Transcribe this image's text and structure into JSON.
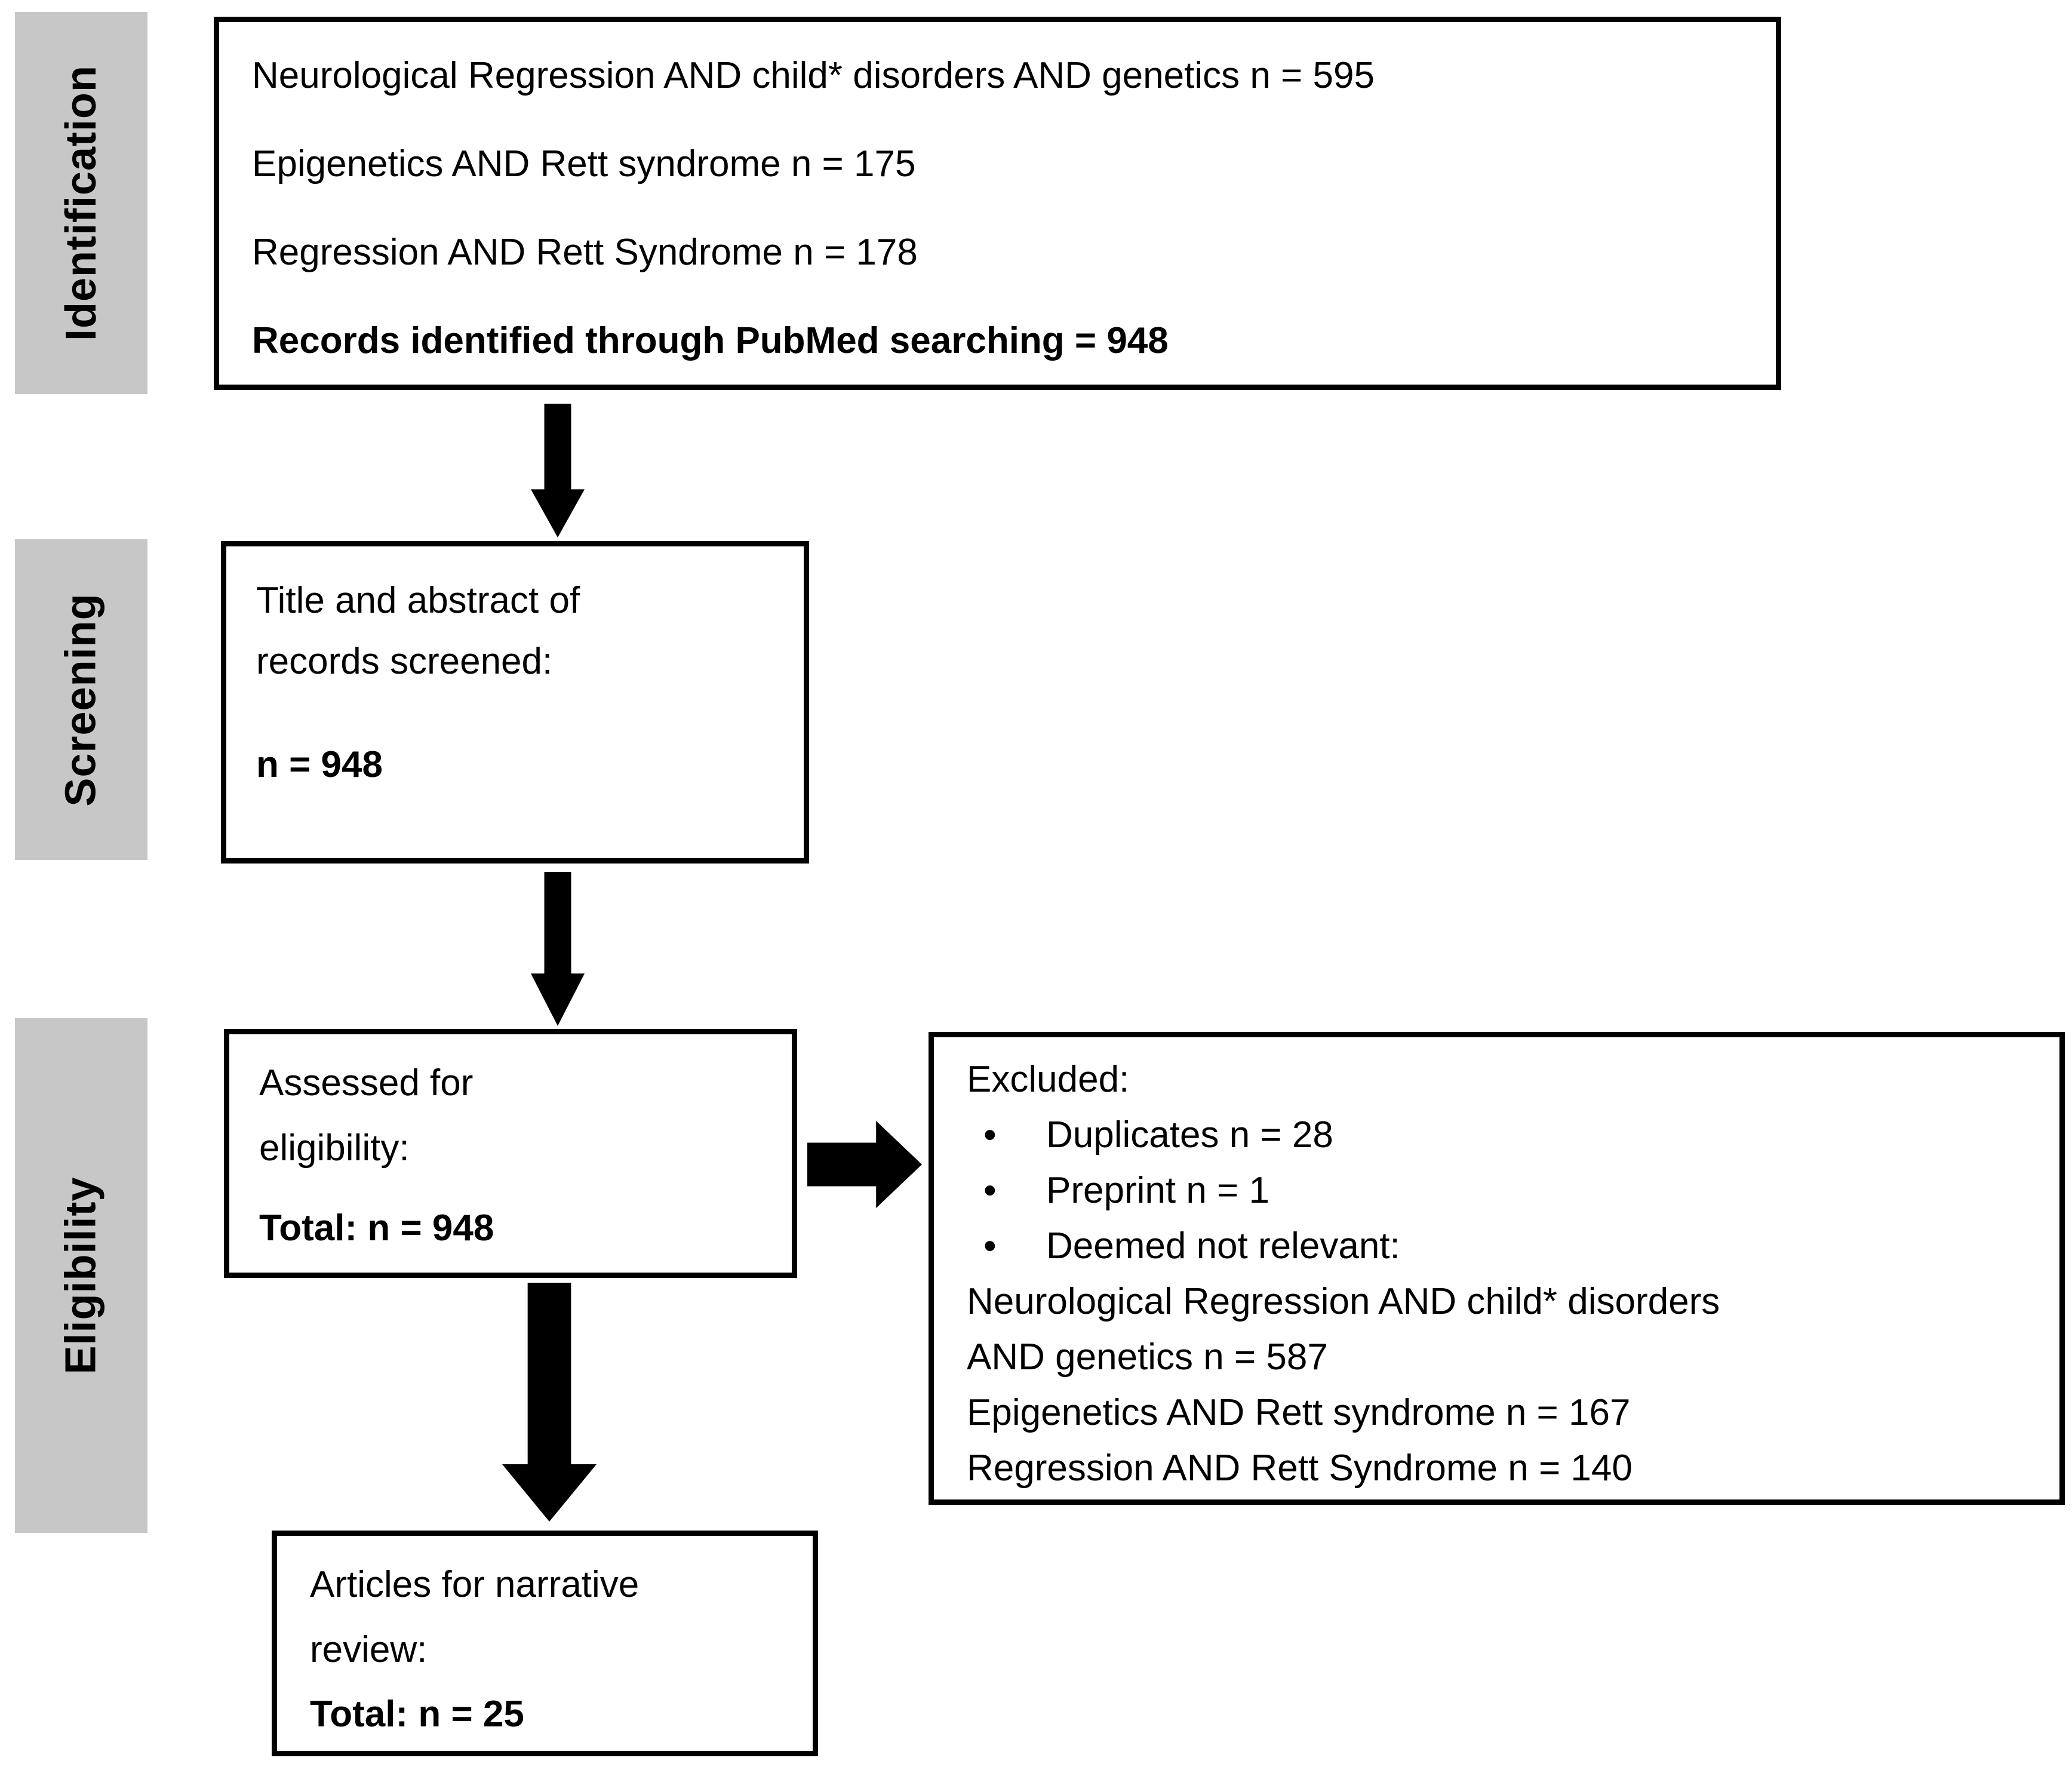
{
  "colors": {
    "stage_label_bg": "#c7c7c7",
    "box_border": "#000000",
    "text": "#000000",
    "arrow": "#000000",
    "background": "#ffffff"
  },
  "stage_labels": {
    "identification": "Identification",
    "screening": "Screening",
    "eligibility": "Eligibility"
  },
  "identification_box": {
    "lines": [
      "Neurological Regression AND child* disorders AND genetics n = 595",
      "Epigenetics AND Rett syndrome n = 175",
      "Regression AND Rett Syndrome n = 178",
      "Records identified through PubMed searching = 948"
    ]
  },
  "screening_box": {
    "lines": [
      "Title and abstract of",
      "records screened:",
      "n = 948"
    ]
  },
  "eligibility_box": {
    "lines": [
      "Assessed for",
      "eligibility:",
      "Total: n = 948"
    ]
  },
  "excluded_box": {
    "header": "Excluded:",
    "bullet_glyph": "•",
    "bullets": [
      "Duplicates n = 28",
      "Preprint n = 1",
      "Deemed not relevant:"
    ],
    "detail_lines": [
      "Neurological Regression AND child* disorders",
      "AND genetics n = 587",
      "Epigenetics AND Rett syndrome n = 167",
      "Regression AND Rett Syndrome n = 140"
    ]
  },
  "narrative_review_box": {
    "lines": [
      "Articles for narrative",
      "review:",
      "Total: n = 25"
    ]
  }
}
